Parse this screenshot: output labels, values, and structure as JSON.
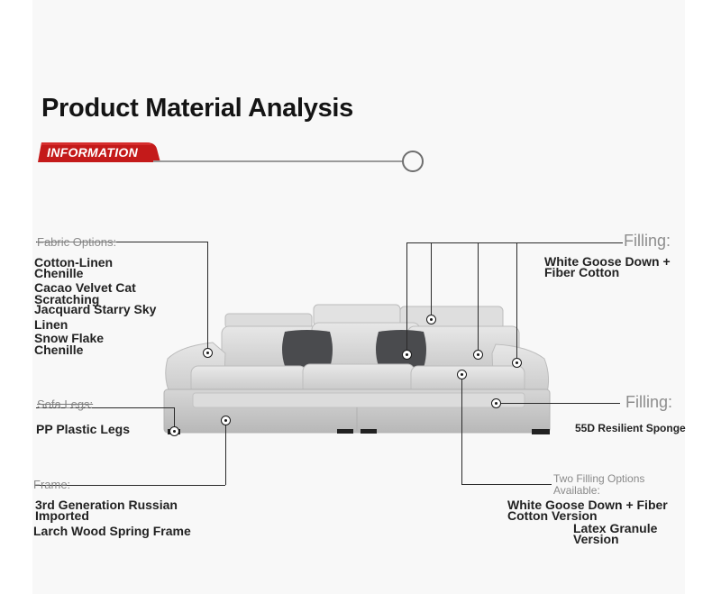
{
  "title": "Product Material Analysis",
  "info_tag": "INFORMATION",
  "colors": {
    "accent": "#c41a1a",
    "background": "#f8f8f8",
    "sofa": "#d7d7d7",
    "pillow": "#4a4b4e",
    "line": "#2a2a2a"
  },
  "fabric": {
    "header": "Fabric Options:",
    "options": [
      {
        "line1": "Cotton-Linen",
        "line2": "Chenille"
      },
      {
        "line1": "Cacao Velvet Cat",
        "line2": "Scratching"
      },
      {
        "line1": "Jacquard Starry Sky",
        "line2": "Linen"
      },
      {
        "line1": "Snow Flake",
        "line2": "Chenille"
      }
    ]
  },
  "legs": {
    "header": "Sofa Legs:",
    "value": "PP Plastic Legs"
  },
  "frame": {
    "header": "Frame:",
    "line1": "3rd Generation Russian",
    "line2": "Imported",
    "line3": "Larch Wood Spring Frame"
  },
  "filling_top": {
    "header": "Filling:",
    "line1": "White Goose Down +",
    "line2": "Fiber Cotton"
  },
  "filling_seat": {
    "header": "Filling:",
    "value": "55D Resilient Sponge"
  },
  "filling_options": {
    "line1": "Two Filling Options",
    "line2": "Available:",
    "opt1_line1": "White Goose Down + Fiber",
    "opt1_line2": "Cotton Version",
    "opt2_line1": "Latex Granule",
    "opt2_line2": "Version"
  }
}
